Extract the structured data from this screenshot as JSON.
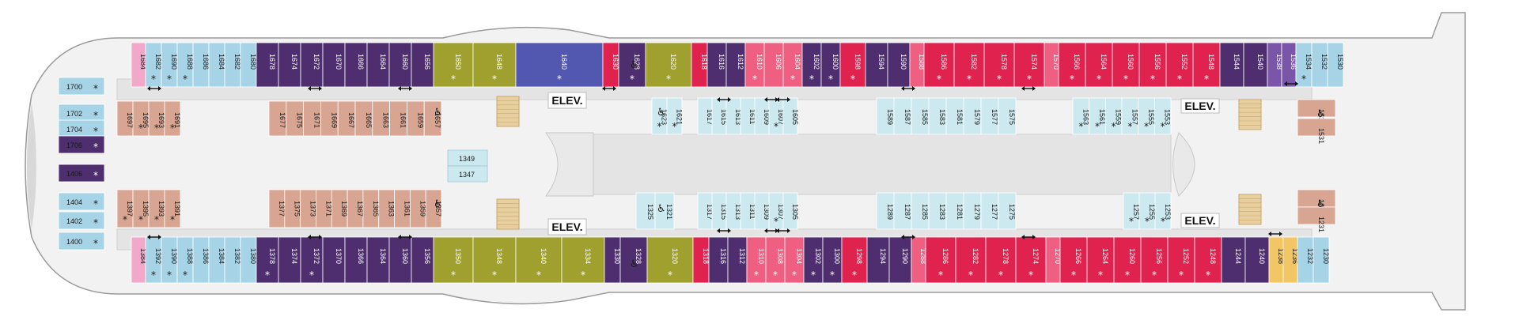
{
  "colors": {
    "balcony": "#4e2e6e",
    "ocean": "#e0224f",
    "interior": "#a6d4e6",
    "interior_light": "#cce9ef",
    "spacious": "#d8a593",
    "suite": "#a0a02e",
    "royal": "#5257b0",
    "pink": "#ee5f82",
    "lilac": "#7a55a8",
    "accent_pink": "#f2a8c8",
    "gold": "#f2c565",
    "corridor": "#e4e4e4",
    "stair": "#e8cfa0",
    "hull_fill": "#f2f2f2",
    "hull_stroke": "#9a9a9a"
  },
  "labels": {
    "elev": "ELEV.",
    "star": "*",
    "accessible_icon": "wheelchair-icon"
  },
  "rooms": {
    "top_row": [
      {
        "n": "1684",
        "c": "accent_pink"
      },
      {
        "n": "1682",
        "c": "interior",
        "s": true
      },
      {
        "n": "1690",
        "c": "interior",
        "s": true
      },
      {
        "n": "1688",
        "c": "interior",
        "s": true
      },
      {
        "n": "1686",
        "c": "interior"
      },
      {
        "n": "1684",
        "c": "interior"
      },
      {
        "n": "1682",
        "c": "interior"
      },
      {
        "n": "1680",
        "c": "interior"
      },
      {
        "n": "1678",
        "c": "balcony"
      },
      {
        "n": "1674",
        "c": "balcony"
      },
      {
        "n": "1672",
        "c": "balcony"
      },
      {
        "n": "1670",
        "c": "balcony"
      },
      {
        "n": "1666",
        "c": "balcony"
      },
      {
        "n": "1664",
        "c": "balcony"
      },
      {
        "n": "1660",
        "c": "balcony"
      },
      {
        "n": "1656",
        "c": "balcony"
      },
      {
        "n": "1650",
        "c": "suite",
        "s": true
      },
      {
        "n": "1648",
        "c": "suite",
        "s": true
      },
      {
        "n": "1640",
        "c": "royal",
        "s": true
      },
      {
        "n": "1630",
        "c": "ocean"
      },
      {
        "n": "1628",
        "c": "balcony",
        "s": true
      },
      {
        "n": "1620",
        "c": "suite",
        "s": true
      },
      {
        "n": "1618",
        "c": "ocean"
      },
      {
        "n": "1616",
        "c": "balcony"
      },
      {
        "n": "1612",
        "c": "balcony"
      },
      {
        "n": "1610",
        "c": "pink",
        "s": true
      },
      {
        "n": "1606",
        "c": "pink"
      },
      {
        "n": "1604",
        "c": "pink",
        "s": true
      },
      {
        "n": "1602",
        "c": "balcony",
        "s": true
      },
      {
        "n": "1600",
        "c": "balcony",
        "s": true
      },
      {
        "n": "1598",
        "c": "ocean",
        "s": true
      },
      {
        "n": "1594",
        "c": "balcony"
      },
      {
        "n": "1590",
        "c": "balcony"
      },
      {
        "n": "1588",
        "c": "pink"
      },
      {
        "n": "1586",
        "c": "ocean",
        "s": true
      },
      {
        "n": "1582",
        "c": "ocean",
        "s": true
      },
      {
        "n": "1578",
        "c": "ocean",
        "s": true
      },
      {
        "n": "1574",
        "c": "ocean",
        "s": true
      },
      {
        "n": "1570",
        "c": "pink"
      },
      {
        "n": "1566",
        "c": "ocean",
        "s": true
      },
      {
        "n": "1564",
        "c": "ocean",
        "s": true
      },
      {
        "n": "1560",
        "c": "ocean",
        "s": true
      },
      {
        "n": "1556",
        "c": "ocean",
        "s": true
      },
      {
        "n": "1552",
        "c": "ocean",
        "s": true
      },
      {
        "n": "1548",
        "c": "ocean",
        "s": true
      },
      {
        "n": "1544",
        "c": "balcony"
      },
      {
        "n": "1540",
        "c": "balcony"
      },
      {
        "n": "1538",
        "c": "lilac"
      },
      {
        "n": "1536",
        "c": "lilac"
      },
      {
        "n": "1534",
        "c": "interior",
        "s": true
      },
      {
        "n": "1532",
        "c": "interior"
      },
      {
        "n": "1530",
        "c": "interior"
      }
    ],
    "bottom_row": [
      {
        "n": "1384",
        "c": "accent_pink"
      },
      {
        "n": "1392",
        "c": "interior",
        "s": true
      },
      {
        "n": "1390",
        "c": "interior",
        "s": true
      },
      {
        "n": "1388",
        "c": "interior",
        "s": true
      },
      {
        "n": "1386",
        "c": "interior"
      },
      {
        "n": "1384",
        "c": "interior"
      },
      {
        "n": "1382",
        "c": "interior"
      },
      {
        "n": "1380",
        "c": "interior"
      },
      {
        "n": "1378",
        "c": "balcony",
        "s": true
      },
      {
        "n": "1374",
        "c": "balcony"
      },
      {
        "n": "1372",
        "c": "balcony",
        "s": true
      },
      {
        "n": "1370",
        "c": "balcony"
      },
      {
        "n": "1366",
        "c": "balcony"
      },
      {
        "n": "1364",
        "c": "balcony"
      },
      {
        "n": "1360",
        "c": "balcony"
      },
      {
        "n": "1356",
        "c": "balcony"
      },
      {
        "n": "1350",
        "c": "suite",
        "s": true
      },
      {
        "n": "1348",
        "c": "suite",
        "s": true
      },
      {
        "n": "1340",
        "c": "suite",
        "s": true
      },
      {
        "n": "1334",
        "c": "suite",
        "s": true
      },
      {
        "n": "1330",
        "c": "balcony"
      },
      {
        "n": "1328",
        "c": "balcony"
      },
      {
        "n": "1320",
        "c": "suite",
        "s": true
      },
      {
        "n": "1318",
        "c": "ocean"
      },
      {
        "n": "1316",
        "c": "balcony"
      },
      {
        "n": "1312",
        "c": "balcony"
      },
      {
        "n": "1310",
        "c": "pink",
        "s": true
      },
      {
        "n": "1308",
        "c": "pink",
        "s": true
      },
      {
        "n": "1304",
        "c": "pink",
        "s": true
      },
      {
        "n": "1302",
        "c": "balcony",
        "s": true
      },
      {
        "n": "1300",
        "c": "balcony",
        "s": true
      },
      {
        "n": "1298",
        "c": "ocean",
        "s": true
      },
      {
        "n": "1294",
        "c": "balcony"
      },
      {
        "n": "1290",
        "c": "balcony"
      },
      {
        "n": "1288",
        "c": "pink"
      },
      {
        "n": "1286",
        "c": "ocean",
        "s": true
      },
      {
        "n": "1282",
        "c": "ocean",
        "s": true
      },
      {
        "n": "1278",
        "c": "ocean",
        "s": true
      },
      {
        "n": "1274",
        "c": "ocean",
        "s": true
      },
      {
        "n": "1270",
        "c": "pink"
      },
      {
        "n": "1266",
        "c": "ocean",
        "s": true
      },
      {
        "n": "1264",
        "c": "ocean",
        "s": true
      },
      {
        "n": "1260",
        "c": "ocean",
        "s": true
      },
      {
        "n": "1256",
        "c": "ocean",
        "s": true
      },
      {
        "n": "1252",
        "c": "ocean",
        "s": true
      },
      {
        "n": "1248",
        "c": "ocean",
        "s": true
      },
      {
        "n": "1244",
        "c": "balcony"
      },
      {
        "n": "1240",
        "c": "balcony"
      },
      {
        "n": "1238",
        "c": "gold"
      },
      {
        "n": "1236",
        "c": "gold"
      },
      {
        "n": "1232",
        "c": "interior"
      },
      {
        "n": "1230",
        "c": "interior"
      }
    ],
    "inner_top_left": [
      {
        "n": "1697",
        "c": "spacious"
      },
      {
        "n": "1695",
        "c": "spacious",
        "s": true
      },
      {
        "n": "1693",
        "c": "spacious",
        "s": true
      },
      {
        "n": "1691",
        "c": "spacious",
        "s": true
      }
    ],
    "inner_top_mid": [
      {
        "n": "1677",
        "c": "spacious"
      },
      {
        "n": "1675",
        "c": "spacious"
      },
      {
        "n": "1671",
        "c": "spacious"
      },
      {
        "n": "1669",
        "c": "spacious"
      },
      {
        "n": "1667",
        "c": "spacious"
      },
      {
        "n": "1665",
        "c": "spacious"
      },
      {
        "n": "1663",
        "c": "spacious"
      },
      {
        "n": "1661",
        "c": "spacious"
      },
      {
        "n": "1659",
        "c": "spacious"
      },
      {
        "n": "1657",
        "c": "spacious"
      }
    ],
    "inner_bot_left": [
      {
        "n": "1397",
        "c": "spacious",
        "s": true
      },
      {
        "n": "1395",
        "c": "spacious",
        "s": true
      },
      {
        "n": "1393",
        "c": "spacious",
        "s": true
      },
      {
        "n": "1391",
        "c": "spacious",
        "s": true
      }
    ],
    "inner_bot_mid": [
      {
        "n": "1377",
        "c": "spacious"
      },
      {
        "n": "1375",
        "c": "spacious"
      },
      {
        "n": "1373",
        "c": "spacious"
      },
      {
        "n": "1371",
        "c": "spacious"
      },
      {
        "n": "1369",
        "c": "spacious"
      },
      {
        "n": "1367",
        "c": "spacious"
      },
      {
        "n": "1365",
        "c": "spacious"
      },
      {
        "n": "1363",
        "c": "spacious"
      },
      {
        "n": "1361",
        "c": "spacious"
      },
      {
        "n": "1359",
        "c": "spacious"
      },
      {
        "n": "1357",
        "c": "spacious"
      }
    ],
    "inner_top_right_a": [
      {
        "n": "1623",
        "c": "interior_light",
        "s": true
      },
      {
        "n": "1621",
        "c": "interior_light",
        "s": true
      }
    ],
    "inner_top_right_b": [
      {
        "n": "1617",
        "c": "interior_light"
      },
      {
        "n": "1615",
        "c": "interior_light"
      },
      {
        "n": "1613",
        "c": "interior_light"
      },
      {
        "n": "1611",
        "c": "interior_light"
      },
      {
        "n": "1609",
        "c": "interior_light"
      },
      {
        "n": "1607",
        "c": "interior_light",
        "s": true
      },
      {
        "n": "1605",
        "c": "interior_light"
      }
    ],
    "inner_top_right_c": [
      {
        "n": "1589",
        "c": "interior_light"
      },
      {
        "n": "1587",
        "c": "interior_light"
      },
      {
        "n": "1585",
        "c": "interior_light"
      },
      {
        "n": "1583",
        "c": "interior_light"
      },
      {
        "n": "1581",
        "c": "interior_light"
      },
      {
        "n": "1579",
        "c": "interior_light"
      },
      {
        "n": "1577",
        "c": "interior_light"
      },
      {
        "n": "1575",
        "c": "interior_light"
      }
    ],
    "inner_top_right_d": [
      {
        "n": "1563",
        "c": "interior_light",
        "s": true
      },
      {
        "n": "1561",
        "c": "interior_light",
        "s": true
      },
      {
        "n": "1559",
        "c": "interior_light",
        "s": true
      },
      {
        "n": "1557",
        "c": "interior_light",
        "s": true
      },
      {
        "n": "1555",
        "c": "interior_light",
        "s": true
      },
      {
        "n": "1553",
        "c": "interior_light",
        "s": true
      }
    ],
    "inner_bot_right_a": [
      {
        "n": "1325",
        "c": "interior_light"
      },
      {
        "n": "1321",
        "c": "interior_light"
      }
    ],
    "inner_bot_right_b": [
      {
        "n": "1317",
        "c": "interior_light"
      },
      {
        "n": "1315",
        "c": "interior_light"
      },
      {
        "n": "1313",
        "c": "interior_light"
      },
      {
        "n": "1311",
        "c": "interior_light"
      },
      {
        "n": "1309",
        "c": "interior_light"
      },
      {
        "n": "1307",
        "c": "interior_light",
        "s": true
      },
      {
        "n": "1305",
        "c": "interior_light"
      }
    ],
    "inner_bot_right_c": [
      {
        "n": "1289",
        "c": "interior_light"
      },
      {
        "n": "1287",
        "c": "interior_light"
      },
      {
        "n": "1285",
        "c": "interior_light"
      },
      {
        "n": "1283",
        "c": "interior_light"
      },
      {
        "n": "1281",
        "c": "interior_light"
      },
      {
        "n": "1279",
        "c": "interior_light"
      },
      {
        "n": "1277",
        "c": "interior_light"
      },
      {
        "n": "1275",
        "c": "interior_light"
      }
    ],
    "inner_bot_right_d": [
      {
        "n": "1257",
        "c": "interior_light",
        "s": true
      },
      {
        "n": "1255",
        "c": "interior_light",
        "s": true
      },
      {
        "n": "1253",
        "c": "interior_light",
        "s": true
      }
    ],
    "aft_right": [
      {
        "n": "1536",
        "c": "spacious"
      },
      {
        "n": "1531",
        "c": "spacious"
      },
      {
        "n": "1251",
        "c": "spacious"
      },
      {
        "n": "1231",
        "c": "spacious"
      }
    ],
    "center_box": [
      {
        "n": "1349"
      },
      {
        "n": "1347"
      }
    ],
    "forward_block": [
      {
        "n": "1700",
        "c": "interior",
        "s": true
      },
      {
        "n": "1702",
        "c": "interior",
        "s": true
      },
      {
        "n": "1704",
        "c": "interior",
        "s": true
      },
      {
        "n": "1706",
        "c": "balcony",
        "s": true
      },
      {
        "n": "1406",
        "c": "balcony",
        "s": true
      },
      {
        "n": "1404",
        "c": "interior",
        "s": true
      },
      {
        "n": "1402",
        "c": "interior",
        "s": true
      },
      {
        "n": "1400",
        "c": "interior",
        "s": true
      }
    ]
  }
}
